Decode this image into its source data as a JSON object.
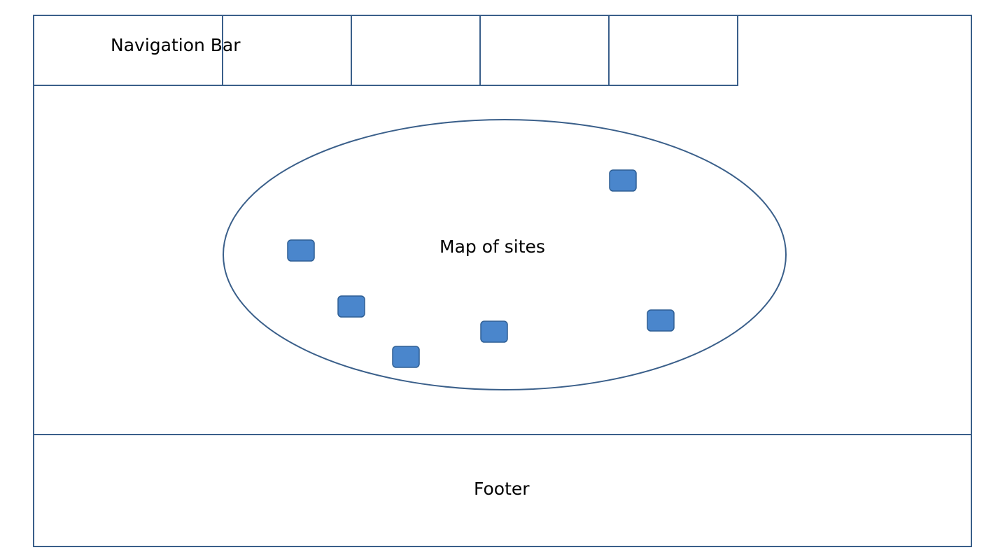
{
  "navbar": {
    "label": "Navigation Bar",
    "tabs": [
      "",
      "",
      "",
      ""
    ]
  },
  "map": {
    "label": "Map of sites",
    "marker_count": 6
  },
  "footer": {
    "label": "Footer"
  },
  "colors": {
    "border": "#3a5f8a",
    "marker_fill": "#4a86cc",
    "marker_stroke": "#2f5f94",
    "background": "#ffffff"
  }
}
